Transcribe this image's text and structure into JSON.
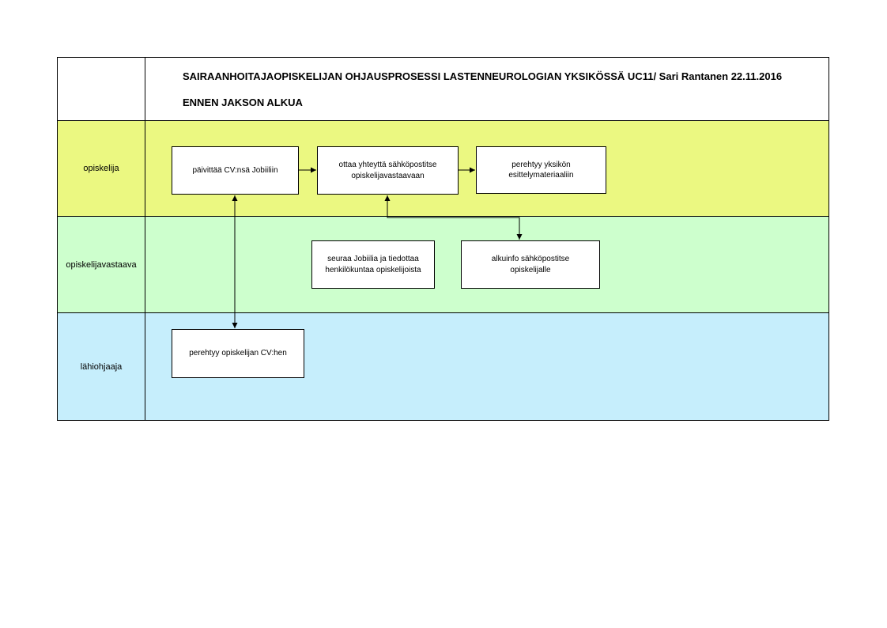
{
  "header": {
    "title": "SAIRAANHOITAJAOPISKELIJAN OHJAUSPROSESSI LASTENNEUROLOGIAN YKSIKÖSSÄ UC11/ Sari Rantanen 22.11.2016",
    "subtitle": "ENNEN JAKSON ALKUA"
  },
  "lanes": {
    "opiskelija": "opiskelija",
    "vastaava": "opiskelijavastaava",
    "ohjaaja": "lähiohjaaja"
  },
  "boxes": {
    "cv_update": "päivittää CV:nsä Jobiiliin",
    "contact": "ottaa yhteyttä sähköpostitse opiskelijavastaavaan",
    "familiarize": "perehtyy yksikön esittelymateriaaliin",
    "follow_jobiili": "seuraa Jobiilia ja tiedottaa henkilökuntaa opiskelijoista",
    "alkuinfo": "alkuinfo sähköpostitse opiskelijalle",
    "read_cv": "perehtyy opiskelijan CV:hen"
  },
  "colors": {
    "lane_opiskelija": "#ebf881",
    "lane_vastaava": "#cdffcd",
    "lane_ohjaaja": "#c6eefc",
    "border": "#000000"
  }
}
